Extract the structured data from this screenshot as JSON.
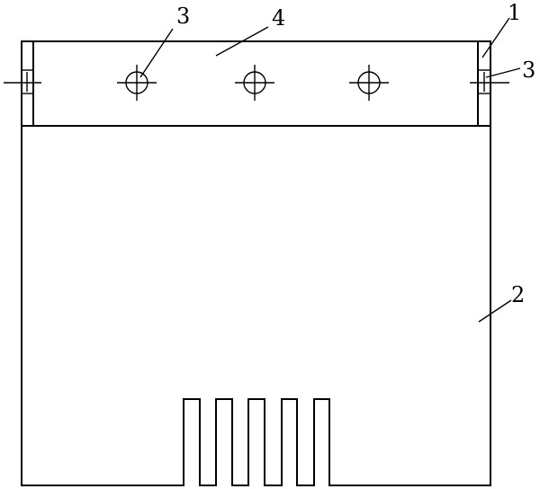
{
  "labels": {
    "side_bar": "1",
    "main_body": "2",
    "hole_top": "3",
    "hole_side": "3",
    "top_plate": "4"
  },
  "colors": {
    "stroke": "#000000",
    "background": "#ffffff"
  }
}
